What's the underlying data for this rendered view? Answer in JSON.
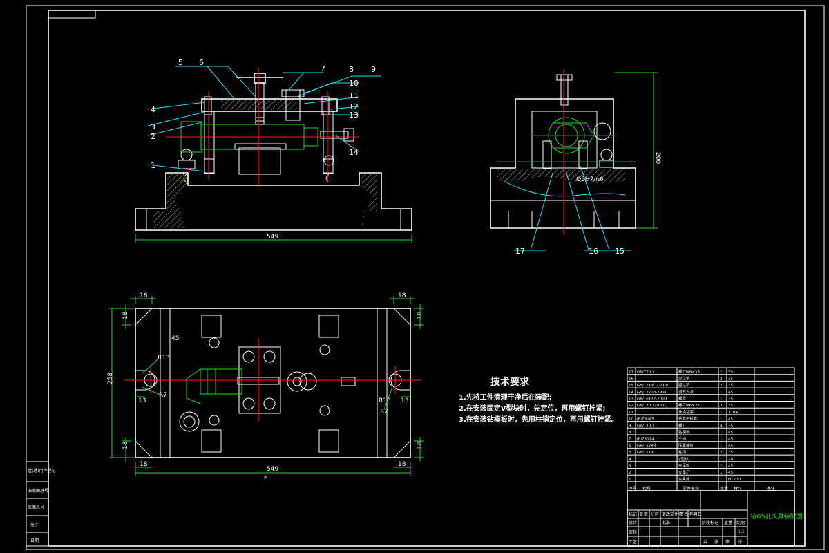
{
  "colors": {
    "background": "#000000",
    "outline": "#ffffff",
    "dimension": "#26d926",
    "centerline": "#ff2020",
    "leader": "#20e0ff",
    "hidden": "#ffff40"
  },
  "front_view": {
    "part_numbers": [
      "1",
      "2",
      "3",
      "4",
      "5",
      "6",
      "7",
      "8",
      "9",
      "10",
      "11",
      "12",
      "13",
      "14"
    ],
    "width_dim": "549"
  },
  "side_view": {
    "part_numbers": [
      "15",
      "16",
      "17"
    ],
    "fit_label": "Ø5H7/n6",
    "height_dim": "200"
  },
  "plan_view": {
    "dims": {
      "corner_top_left": "18",
      "corner_top_right": "18",
      "corner_left_top": "18",
      "corner_right_top": "18",
      "corner_left_bottom": "18",
      "corner_right_bottom": "18",
      "corner_bottom_left": "18",
      "corner_bottom_right": "18",
      "left_slot": "13",
      "right_slot": "13",
      "left_radius": "R13",
      "left_radius2": "R7",
      "right_radius": "R13",
      "right_radius2": "R7",
      "height": "258",
      "width": "549",
      "angle_note": "45"
    },
    "under_label": "A"
  },
  "tech_requirements": {
    "title": "技术要求",
    "items": [
      "1.先将工件清理干净后在装配;",
      "2.在安装固定V型块时，先定位，再用螺钉拧紧;",
      "3.在安装钻模板时，先用柱销定位，再用螺钉拧紧。"
    ]
  },
  "bom": {
    "rows": [
      {
        "no": "17",
        "code": "GB/T70.1",
        "name": "螺钉M8×35",
        "qty": "2",
        "mat": "35"
      },
      {
        "no": "16",
        "code": "",
        "name": "定位销",
        "qty": "2",
        "mat": "35"
      },
      {
        "no": "15",
        "code": "GB/T119.1-2000",
        "name": "圆柱销",
        "qty": "2",
        "mat": "35"
      },
      {
        "no": "14",
        "code": "GB/T2208-1991",
        "name": "调节支承",
        "qty": "1",
        "mat": "45"
      },
      {
        "no": "13",
        "code": "GB/T6172-2000",
        "name": "螺母",
        "qty": "1",
        "mat": "35"
      },
      {
        "no": "12",
        "code": "GB/T70.1-2000",
        "name": "螺钉M6×25",
        "qty": "3",
        "mat": "35"
      },
      {
        "no": "11",
        "code": "",
        "name": "快换钻套",
        "qty": "1",
        "mat": "T10A"
      },
      {
        "no": "10",
        "code": "JB/T8045",
        "name": "钻套用衬套",
        "qty": "1",
        "mat": "45"
      },
      {
        "no": "9",
        "code": "GB/T70.1",
        "name": "螺钉",
        "qty": "4",
        "mat": "35"
      },
      {
        "no": "8",
        "code": "",
        "name": "钻模板",
        "qty": "1",
        "mat": "45"
      },
      {
        "no": "7",
        "code": "JB/T8024",
        "name": "手柄",
        "qty": "1",
        "mat": "45"
      },
      {
        "no": "6",
        "code": "GB/T5783",
        "name": "压紧螺钉",
        "qty": "1",
        "mat": "45"
      },
      {
        "no": "5",
        "code": "GB/T119",
        "name": "柱销",
        "qty": "2",
        "mat": "35"
      },
      {
        "no": "4",
        "code": "",
        "name": "V型块",
        "qty": "1",
        "mat": "20"
      },
      {
        "no": "3",
        "code": "",
        "name": "支承板",
        "qty": "2",
        "mat": "45"
      },
      {
        "no": "2",
        "code": "",
        "name": "支承钉",
        "qty": "1",
        "mat": "45"
      },
      {
        "no": "1",
        "code": "",
        "name": "夹具体",
        "qty": "1",
        "mat": "HT200"
      }
    ],
    "header": {
      "no": "序号",
      "code": "代号",
      "name": "零件名称",
      "qty": "数量",
      "mat": "材料",
      "note": "备注"
    }
  },
  "title_block": {
    "drawing_title": "钻Φ5孔夹具装配图",
    "labels": [
      "标记",
      "处数",
      "分区",
      "更改文件号",
      "签名",
      "年月日"
    ],
    "labels2": [
      "设计",
      "审核",
      "工艺",
      "批准"
    ],
    "stage_labels": [
      "阶段标记",
      "重量",
      "比例"
    ],
    "scale": "1:1",
    "sheet": [
      "共",
      "张",
      "第",
      "张"
    ]
  },
  "left_strip": {
    "items": [
      "借(通)用件登记",
      "旧底图总号",
      "底图总号",
      "签字",
      "日期"
    ]
  }
}
